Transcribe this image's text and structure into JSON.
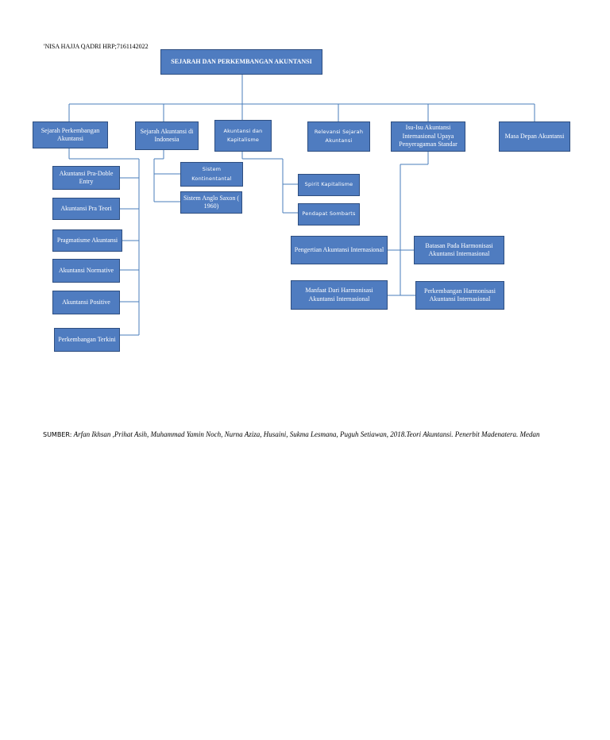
{
  "author": "'NISA HAJJA QADRI HRP;7161142022",
  "diagram": {
    "root": "SEJARAH DAN PERKEMBANGAN AKUNTANSI",
    "level1": [
      "Sejarah Perkembangan Akuntansi",
      "Sejarah Akuntansi di Indonesia",
      "Akuntansi dan Kapitalisme",
      "Relevansi Sejarah Akuntansi",
      "Isu-Isu Akuntansi Internasional  Upaya Penyeragaman Standar",
      "Masa Depan Akuntansi"
    ],
    "perkembangan_children": [
      "Akuntansi Pra-Doble Entry",
      "Akuntansi Pra Teori",
      "Pragmatisme Akuntansi",
      "Akuntansi Normative",
      "Akuntansi Positive",
      "Perkembangan Terkini"
    ],
    "indonesia_children": [
      "Sistem Kontinentantal",
      "Sistem Anglo Saxon ( 1960)"
    ],
    "kapitalisme_children": [
      "Spirit Kapitalisme",
      "Pendapat Sombarts"
    ],
    "isu_children": [
      "Pengertian Akuntansi Internasional",
      "Batasan Pada Harmonisasi Akuntansi Internasional",
      "Manfaat Dari Harmonisasi Akuntansi Internasional",
      "Perkembangan Harmonisasi Akuntansi Internasional"
    ]
  },
  "source": {
    "label": "SUMBER:",
    "text": "Arfan Ikhsan ,Prihat Asih, Muhammad Yamin Noch, Nurna Aziza, Husaini, Sukma Lesmana, Puguh Setiawan, 2018.Teori Akuntansi. Penerbit Madenatera. Medan"
  },
  "colors": {
    "box_fill": "#4F7CC0",
    "box_border": "#2E4E80",
    "connector": "#4A7EBB"
  }
}
